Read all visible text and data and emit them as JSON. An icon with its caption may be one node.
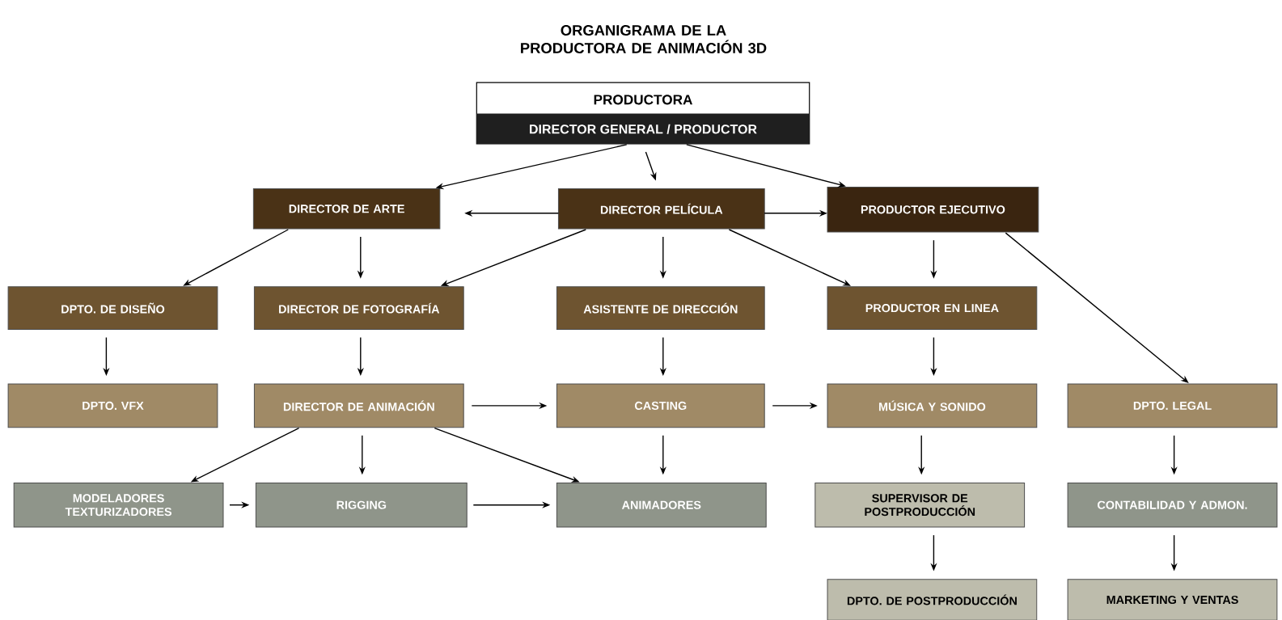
{
  "diagram": {
    "title": "ORGANIGRAMA DE LA PRODUCTORA DE ANIMACIÓN 3D",
    "nodes": [
      {
        "text": [
          "PRODUCTORA",
          "DIRECTOR GENERAL / PRODUCTOR"
        ]
      },
      {
        "text": [
          "DIRECTOR DE ARTE"
        ]
      },
      {
        "text": [
          "DIRECTOR PELÍCULA"
        ]
      },
      {
        "text": [
          "PRODUCTOR EJECUTIVO"
        ]
      },
      {
        "text": [
          "DPTO. DE DISEÑO"
        ]
      },
      {
        "text": [
          "DIRECTOR DE FOTOGRAFÍA"
        ]
      },
      {
        "text": [
          "ASISTENTE DE DIRECCIÓN"
        ]
      },
      {
        "text": [
          "PRODUCTOR EN LINEA"
        ]
      },
      {
        "text": [
          "DPTO. VFX"
        ]
      },
      {
        "text": [
          "DIRECTOR DE ANIMACIÓN"
        ]
      },
      {
        "text": [
          "CASTING"
        ]
      },
      {
        "text": [
          "MÚSICA Y SONIDO"
        ]
      },
      {
        "text": [
          "DPTO. LEGAL"
        ]
      },
      {
        "text": [
          "MODELADORES TEXTURIZADORES"
        ]
      },
      {
        "text": [
          "RIGGING"
        ]
      },
      {
        "text": [
          "ANIMADORES"
        ]
      },
      {
        "text": [
          "SUPERVISOR DE POSTPRODUCCIÓN"
        ]
      },
      {
        "text": [
          "CONTABILIDAD Y ADMON."
        ]
      },
      {
        "text": [
          "DPTO. DE POSTPRODUCCIÓN"
        ]
      },
      {
        "text": [
          "MARKETING Y VENTAS"
        ]
      }
    ],
    "edges": [
      {
        "from": 0,
        "to": 1,
        "arrow": "to"
      },
      {
        "from": 0,
        "to": 2,
        "arrow": "to"
      },
      {
        "from": 0,
        "to": 3,
        "arrow": "to"
      },
      {
        "from": 2,
        "to": 1,
        "arrow": "to"
      },
      {
        "from": 2,
        "to": 3,
        "arrow": "to"
      },
      {
        "from": 1,
        "to": 4,
        "arrow": "to"
      },
      {
        "from": 1,
        "to": 5,
        "arrow": "to"
      },
      {
        "from": 2,
        "to": 5,
        "arrow": "to"
      },
      {
        "from": 2,
        "to": 6,
        "arrow": "to"
      },
      {
        "from": 2,
        "to": 7,
        "arrow": "to"
      },
      {
        "from": 3,
        "to": 7,
        "arrow": "to"
      },
      {
        "from": 3,
        "to": 12,
        "arrow": "to"
      },
      {
        "from": 4,
        "to": 8,
        "arrow": "to"
      },
      {
        "from": 5,
        "to": 9,
        "arrow": "to"
      },
      {
        "from": 6,
        "to": 10,
        "arrow": "to"
      },
      {
        "from": 7,
        "to": 11,
        "arrow": "to"
      },
      {
        "from": 9,
        "to": 10,
        "arrow": "to"
      },
      {
        "from": 10,
        "to": 11,
        "arrow": "to"
      },
      {
        "from": 9,
        "to": 13,
        "arrow": "to"
      },
      {
        "from": 9,
        "to": 14,
        "arrow": "to"
      },
      {
        "from": 9,
        "to": 15,
        "arrow": "to"
      },
      {
        "from": 10,
        "to": 15,
        "arrow": "to"
      },
      {
        "from": 13,
        "to": 14,
        "arrow": "to"
      },
      {
        "from": 14,
        "to": 15,
        "arrow": "to"
      },
      {
        "from": 11,
        "to": 16,
        "arrow": "to"
      },
      {
        "from": 12,
        "to": 17,
        "arrow": "to"
      },
      {
        "from": 16,
        "to": 18,
        "arrow": "to"
      },
      {
        "from": 17,
        "to": 19,
        "arrow": "to"
      }
    ]
  }
}
